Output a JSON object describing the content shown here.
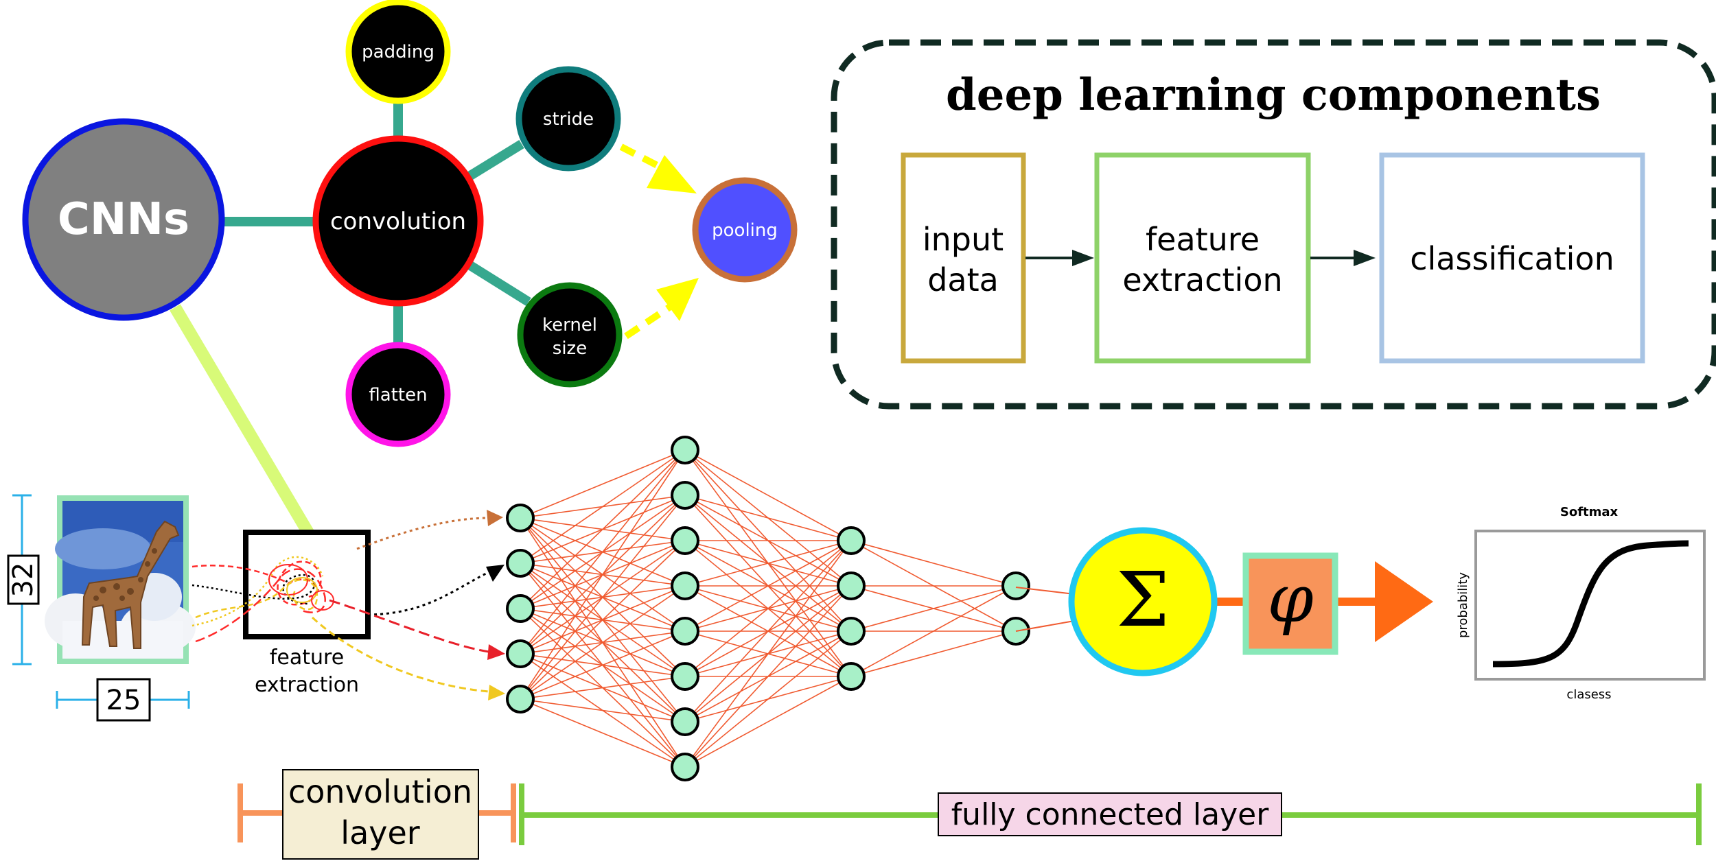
{
  "mindmap": {
    "cnns": "CNNs",
    "convolution": "convolution",
    "padding": "padding",
    "stride": "stride",
    "kernel_line1": "kernel",
    "kernel_line2": "size",
    "flatten": "flatten",
    "pooling": "pooling"
  },
  "components_box": {
    "title": "deep learning components",
    "input_line1": "input",
    "input_line2": "data",
    "feature_line1": "feature",
    "feature_line2": "extraction",
    "classification": "classification"
  },
  "image_dims": {
    "height": "32",
    "width": "25"
  },
  "feature_extraction": {
    "line1": "feature",
    "line2": "extraction"
  },
  "sum_symbol": "Σ",
  "phi_symbol": "φ",
  "softmax_chart": {
    "title": "Softmax",
    "ylabel": "probability",
    "xlabel": "clasess"
  },
  "layers": {
    "convolution_line1": "convolution",
    "convolution_line2": "layer",
    "fully_connected": "fully connected layer"
  },
  "network": {
    "layer_sizes": [
      5,
      8,
      4,
      2
    ]
  },
  "colors": {
    "cnns_fill": "#808080",
    "cnns_ring": "#0a16e0",
    "convolution_ring": "#ff1010",
    "padding_ring": "#ffff00",
    "stride_ring": "#0f7c7c",
    "kernel_ring": "#0b7a10",
    "flatten_ring": "#ff14e8",
    "pooling_fill": "#5050ff",
    "pooling_ring": "#c87038",
    "node_fill": "#a8f0c8",
    "connection": "#f05a30",
    "input_box": "#c8a83c",
    "feature_box": "#8ed268",
    "class_box": "#a8c4e4",
    "sum_fill": "#ffff00",
    "sum_ring": "#20c8f0",
    "phi_fill": "#f8945a",
    "phi_ring": "#88e8b8"
  }
}
